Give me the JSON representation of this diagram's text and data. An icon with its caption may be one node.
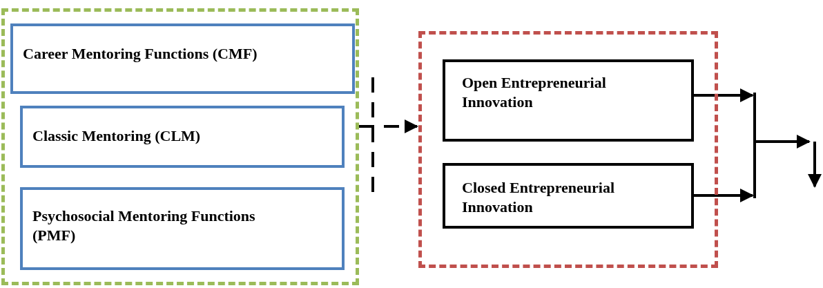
{
  "diagram": {
    "nodes": [
      {
        "text": [],
        "shape": "box"
      },
      {
        "text": [
          "Career Mentoring Functions (CMF)"
        ],
        "in": 0
      },
      {
        "text": [
          "Classic Mentoring (CLM)"
        ],
        "in": 0
      },
      {
        "text": [
          "Psychosocial Mentoring Functions (PMF)"
        ],
        "in": 0
      },
      {
        "text": [],
        "shape": "box"
      },
      {
        "text": [
          "Open Entrepreneurial Innovation"
        ],
        "in": 4
      },
      {
        "text": [
          "Closed Entrepreneurial Innovation"
        ],
        "in": 4
      }
    ],
    "edges": [
      {
        "from": 0,
        "to": 4,
        "arrow": "to",
        "style": "dashed"
      },
      {
        "from": 5,
        "to": null,
        "arrow": "to"
      },
      {
        "from": 6,
        "to": null,
        "arrow": "to"
      }
    ]
  }
}
